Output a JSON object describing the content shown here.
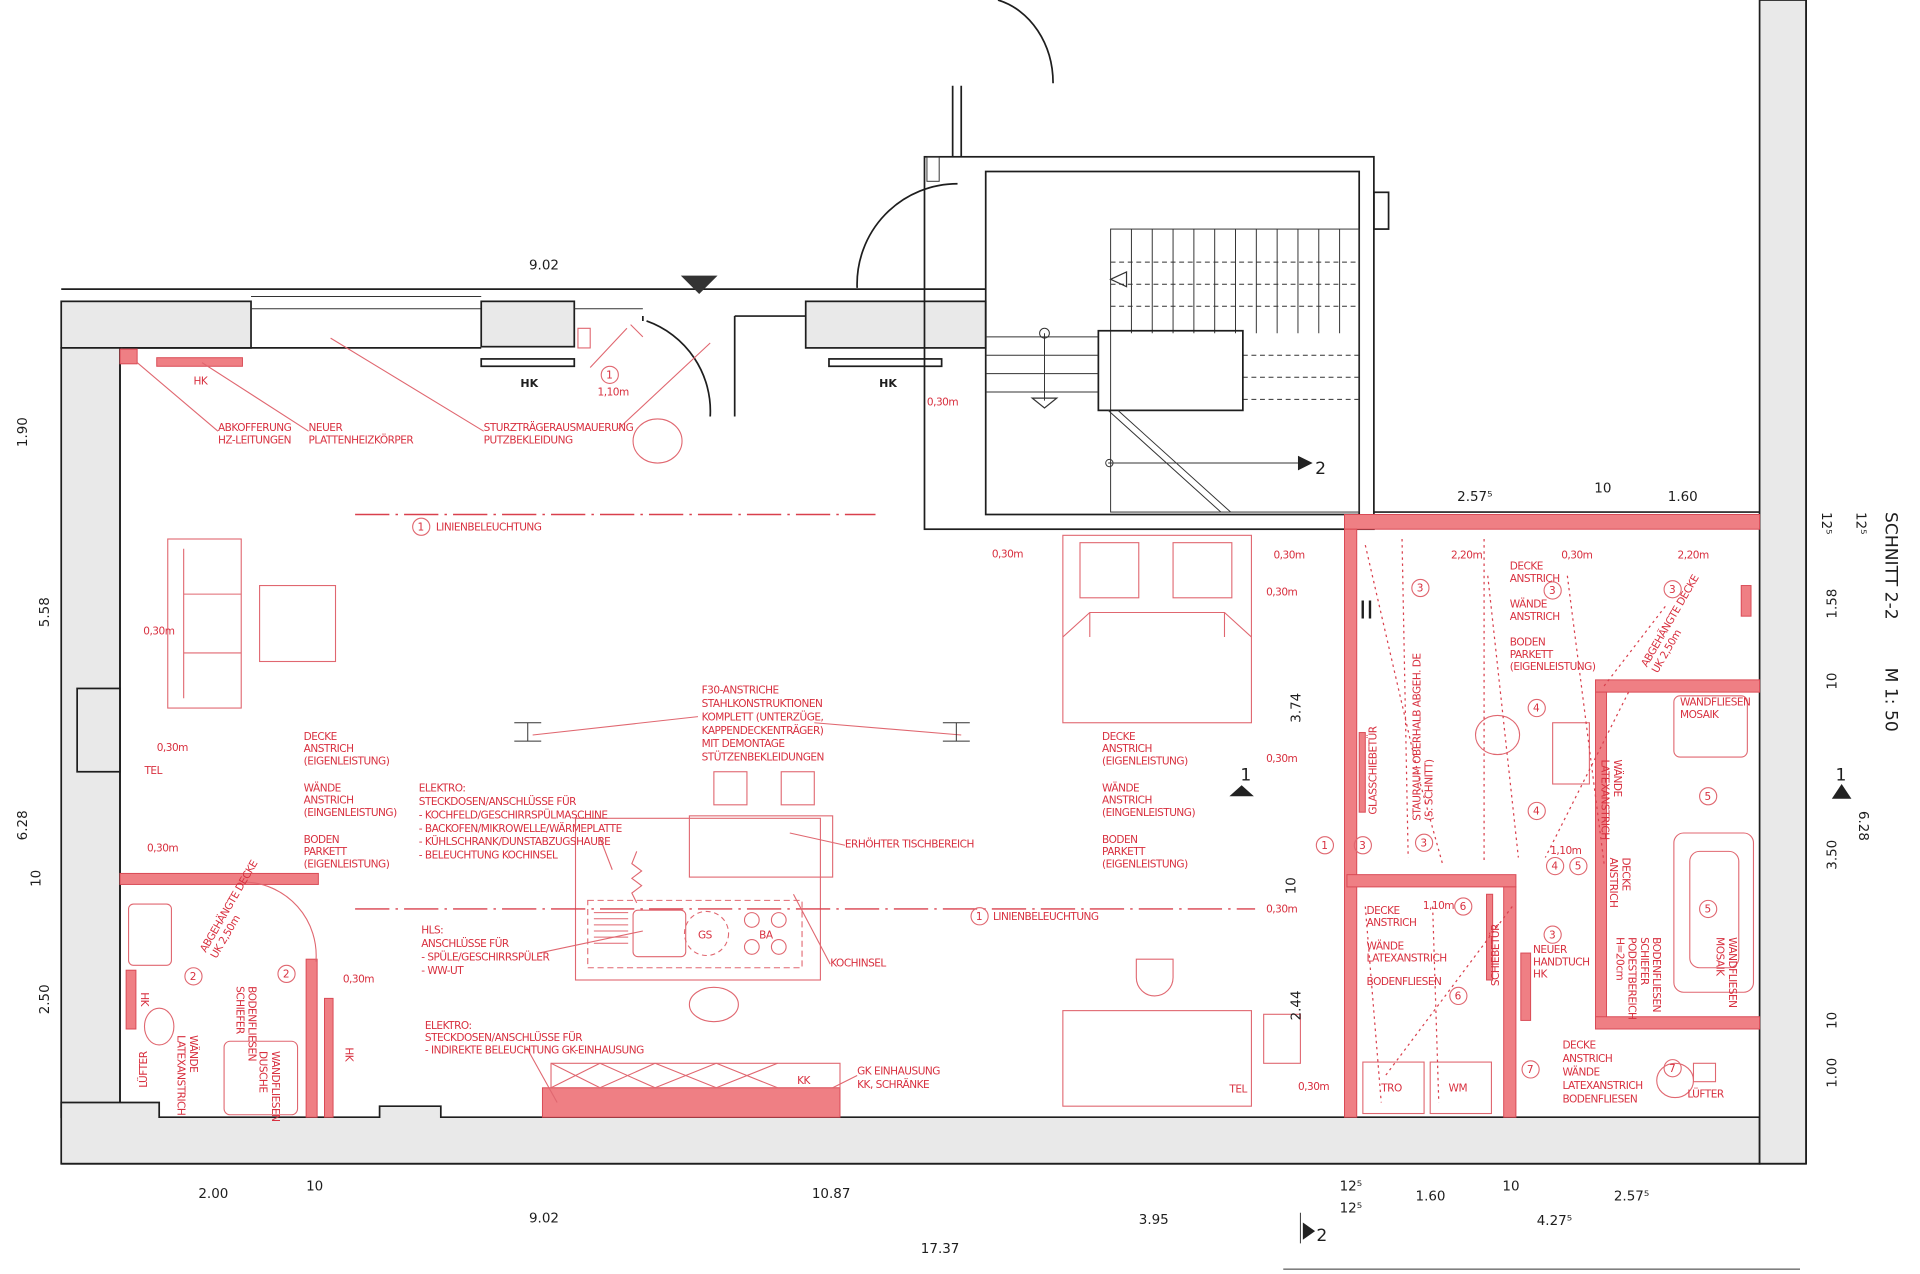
{
  "colors": {
    "wall_red": "#ef7f84",
    "text_red": "#d8303f",
    "line_black": "#1e1e1e",
    "wall_gray": "#e9e9e9"
  },
  "labels": {
    "hk": "HK",
    "abkofferung": [
      "ABKOFFERUNG",
      "HZ-LEITUNGEN"
    ],
    "neuer_hk": [
      "NEUER",
      "PLATTENHEIZKÖRPER"
    ],
    "sturz": [
      "STURZTRÄGERAUSMAUERUNG",
      "PUTZBEKLEIDUNG"
    ],
    "linien": "LINIENBELEUCHTUNG",
    "circle_1": "1",
    "f30": [
      "F30-ANSTRICHE",
      "STAHLKONSTRUKTIONEN",
      "KOMPLETT (UNTERZÜGE,",
      "KAPPENDECKENTRÄGER)",
      "MIT DEMONTAGE",
      "STÜTZENBEKLEIDUNGEN"
    ],
    "decke_anstrich_eigen": [
      "DECKE",
      "ANSTRICH",
      "(EIGENLEISTUNG)"
    ],
    "waende_anstrich_eigen": [
      "WÄNDE",
      "ANSTRICH",
      "(EINGENLEISTUNG)"
    ],
    "boden_parkett_eigen": [
      "BODEN",
      "PARKETT",
      "(EIGENLEISTUNG)"
    ],
    "elektro_kochinsel": [
      "ELEKTRO:",
      "STECKDOSEN/ANSCHLÜSSE FÜR",
      "- KOCHFELD/GESCHIRRSPÜLMASCHINE",
      "- BACKOFEN/MIKROWELLE/WÄRMEPLATTE",
      "- KÜHLSCHRANK/DUNSTABZUGSHAUBE",
      "- BELEUCHTUNG KOCHINSEL"
    ],
    "erhoehter_tisch": "ERHÖHTER TISCHBEREICH",
    "hls": [
      "HLS:",
      "ANSCHLÜSSE FÜR",
      "- SPÜLE/GESCHIRRSPÜLER",
      "- WW-UT"
    ],
    "kochinsel": "KOCHINSEL",
    "gs": "GS",
    "ba": "BA",
    "elektro_gk": [
      "ELEKTRO:",
      "STECKDOSEN/ANSCHLÜSSE FÜR",
      "- INDIREKTE BELEUCHTUNG GK-EINHAUSUNG"
    ],
    "gk_einhausung": [
      "GK EINHAUSUNG",
      "KK, SCHRÄNKE"
    ],
    "kk": "KK",
    "tel": "TEL",
    "h030": "0,30m",
    "h220": "2,20m",
    "h110": "1,10m",
    "glasschiebetuer": "GLASSCHIEBETÜR",
    "stauraum": [
      "STAURAUM OBERHALB ABGEH. DE",
      "(S. SCHNITT)"
    ],
    "decke_anstrich": [
      "DECKE",
      "ANSTRICH"
    ],
    "waende_anstrich": [
      "WÄNDE",
      "ANSTRICH"
    ],
    "abgehaengte_decke": [
      "ABGEHÄNGTE DECKE",
      "UK 2,50m"
    ],
    "wandfliesen_mosaik": [
      "WANDFLIESEN",
      "MOSAIK"
    ],
    "waende_latex": [
      "WÄNDE",
      "LATEXANSTRICH"
    ],
    "bodenfliesen_podest": [
      "BODENFLIESEN",
      "SCHIEFER",
      "PODESTBEREICH",
      "H=20cm"
    ],
    "neuer_handtuch": [
      "NEUER",
      "HANDTUCH",
      "HK"
    ],
    "wc_labels": [
      "DECKE",
      "ANSTRICH",
      "WÄNDE",
      "LATEXANSTRICH",
      "BODENFLIESEN"
    ],
    "schiebetuer": "SCHIEBETÜR",
    "tro": "TRO",
    "wm": "WM",
    "luefter": "LÜFTER",
    "bodenfliesen_schiefer": [
      "BODENFLIESEN",
      "SCHIEFER"
    ],
    "wandfliesen_dusche": [
      "WANDFLIESEN",
      "DUSCHE"
    ],
    "roman_2": "II",
    "num": [
      "1",
      "2",
      "3",
      "4",
      "5",
      "6",
      "7"
    ]
  },
  "dimensions": {
    "top_902": "9.02",
    "left": [
      "1.90",
      "5.58",
      "6.28",
      "10",
      "2.50"
    ],
    "bottom_row1": [
      "2.00",
      "10",
      "10.87",
      "12⁵",
      "1.60",
      "10",
      "2.57⁵"
    ],
    "bottom_row2": [
      "9.02",
      "3.95",
      "12⁵",
      "4.27⁵"
    ],
    "bottom_total": "17.37",
    "top_right": [
      "2.57⁵",
      "10",
      "1.60"
    ],
    "right": [
      "12⁵",
      "12⁵",
      "1.58",
      "10",
      "3.50",
      "6.28",
      "10",
      "1.00"
    ],
    "inner": [
      "3.74",
      "10",
      "2.44"
    ]
  },
  "section": {
    "title": "SCHNITT 2-2",
    "scale": "M 1: 50",
    "marker_1": "1",
    "marker_2": "2"
  }
}
